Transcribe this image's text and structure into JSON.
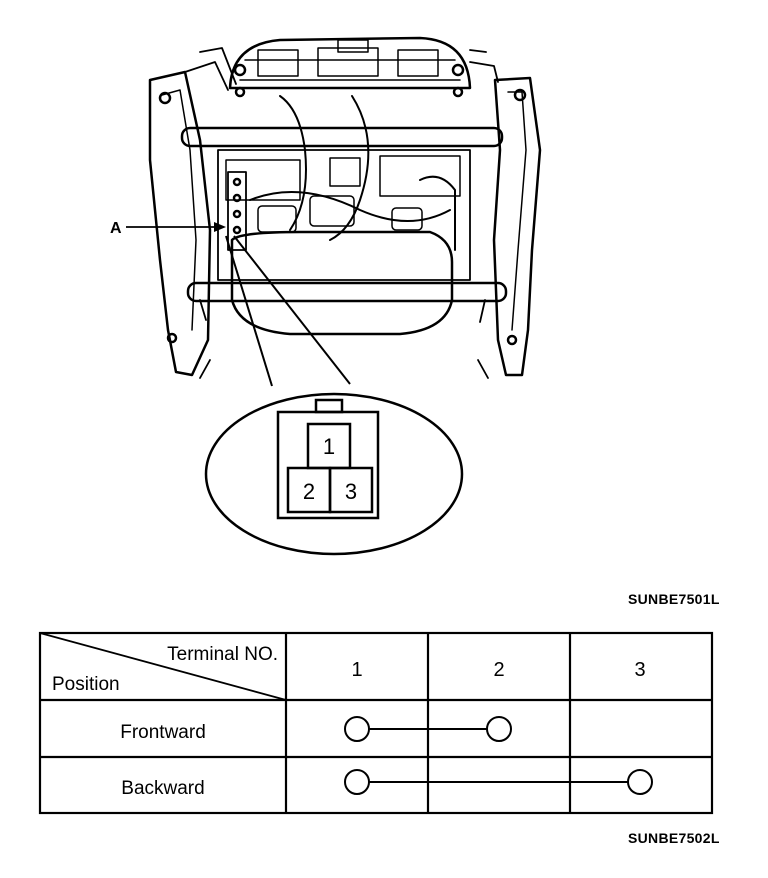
{
  "callout_label": "A",
  "connector": {
    "pins": [
      "1",
      "2",
      "3"
    ]
  },
  "figure_codes": {
    "illustration": "SUNBE7501L",
    "table": "SUNBE7502L"
  },
  "table": {
    "header_terminal": "Terminal NO.",
    "header_position": "Position",
    "terminals": [
      "1",
      "2",
      "3"
    ],
    "rows": [
      {
        "position": "Frontward",
        "connected_terminals": [
          "1",
          "2"
        ]
      },
      {
        "position": "Backward",
        "connected_terminals": [
          "1",
          "3"
        ]
      }
    ]
  }
}
